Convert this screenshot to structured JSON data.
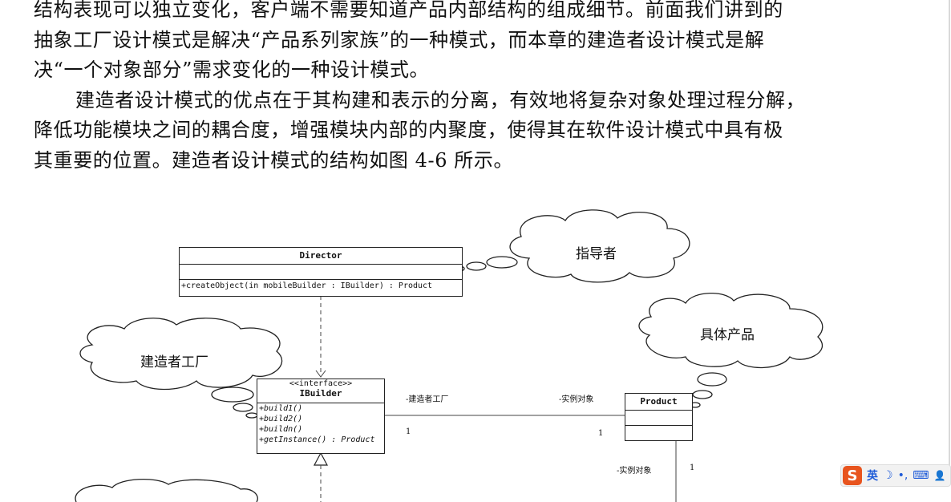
{
  "paragraphs": [
    "结构表现可以独立变化，客户端不需要知道产品内部结构的组成细节。前面我们讲到的",
    "抽象工厂设计模式是解决“产品系列家族”的一种模式，而本章的建造者设计模式是解",
    "决“一个对象部分”需求变化的一种设计模式。",
    "建造者设计模式的优点在于其构建和表示的分离，有效地将复杂对象处理过程分解，",
    "降低功能模块之间的耦合度，增强模块内部的内聚度，使得其在软件设计模式中具有极",
    "其重要的位置。建造者设计模式的结构如图 4-6 所示。"
  ],
  "diagram": {
    "director": {
      "title": "Director",
      "operation": "+createObject(in mobileBuilder : IBuilder) : Product"
    },
    "ibuilder": {
      "stereotype": "<<interface>>",
      "title": "IBuilder",
      "operations": [
        "+build1()",
        "+build2()",
        "+buildn()",
        "+getInstance() : Product"
      ]
    },
    "product": {
      "title": "Product"
    },
    "labels": {
      "builder_role": "-建造者工厂",
      "instance_role_top": "-实例对象",
      "mult_left": "1",
      "mult_right": "1",
      "instance_role_bottom": "-实例对象",
      "mult_bottom": "1"
    },
    "clouds": {
      "director": "指导者",
      "product": "具体产品",
      "builder": "建造者工厂"
    }
  },
  "ime_toolbar": {
    "logo": "S",
    "lang": "英",
    "moon": "☽",
    "punct": "•,",
    "keyboard": "⌨",
    "user": "👤"
  }
}
